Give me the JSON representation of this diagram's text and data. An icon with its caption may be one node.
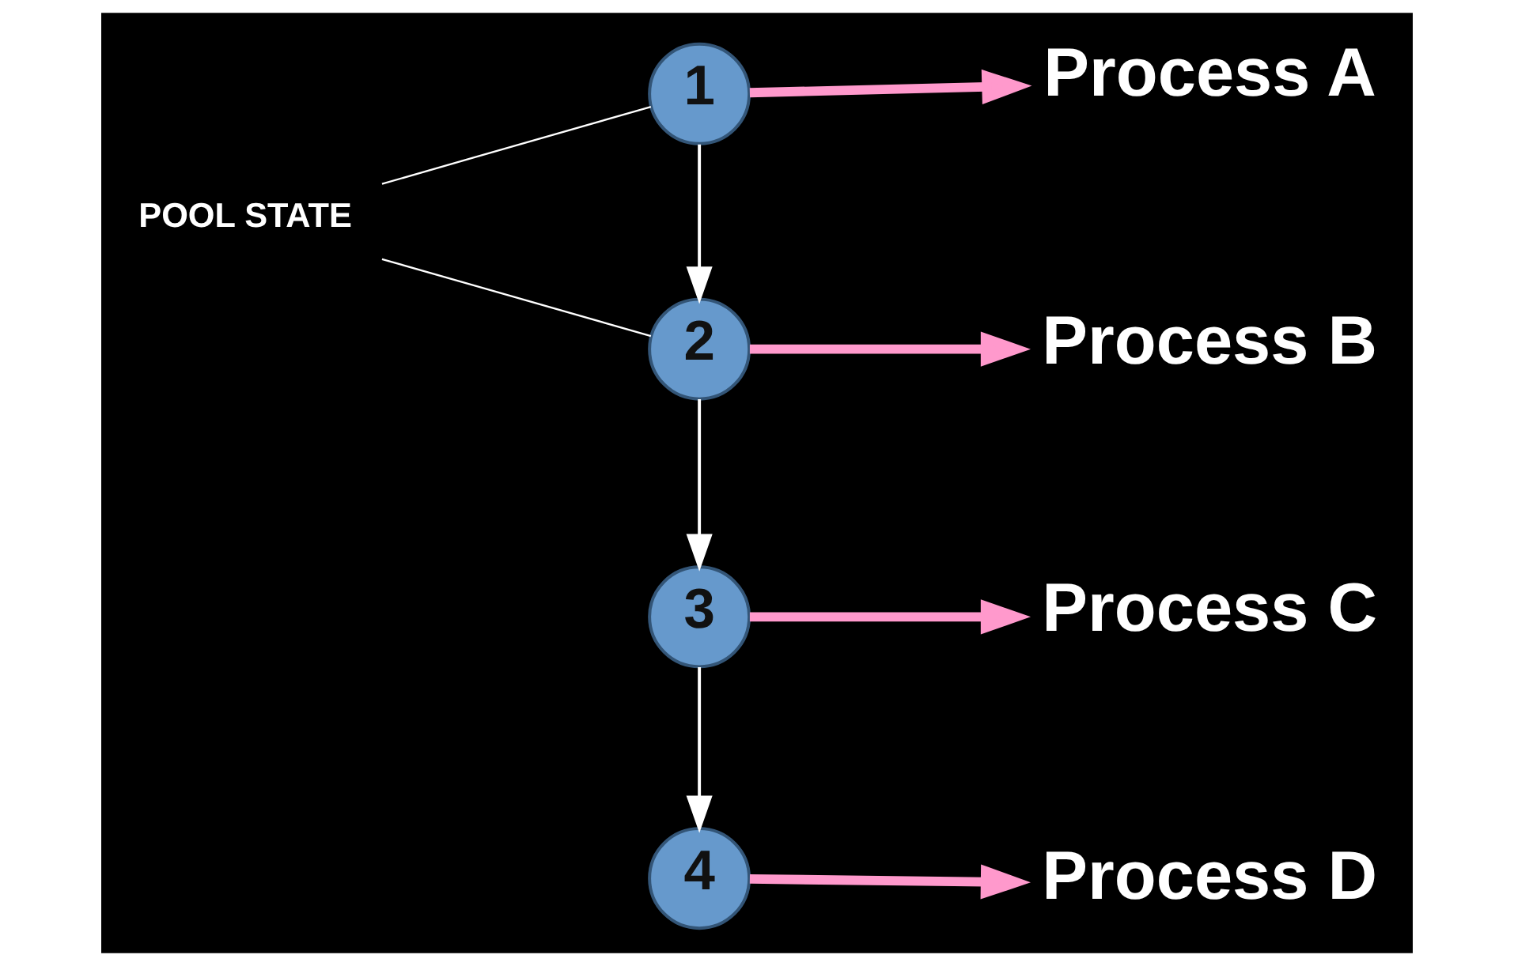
{
  "diagram": {
    "nodes": [
      {
        "text": [
          "POOL STATE"
        ]
      },
      {
        "text": [
          "1"
        ]
      },
      {
        "text": [
          "2"
        ]
      },
      {
        "text": [
          "3"
        ]
      },
      {
        "text": [
          "4"
        ]
      },
      {
        "text": [
          "Process A"
        ]
      },
      {
        "text": [
          "Process B"
        ]
      },
      {
        "text": [
          "Process C"
        ]
      },
      {
        "text": [
          "Process D"
        ]
      }
    ],
    "edges": [
      {
        "from": 0,
        "to": 1,
        "arrow": "none"
      },
      {
        "from": 0,
        "to": 2,
        "arrow": "none"
      },
      {
        "from": 1,
        "to": 2,
        "arrow": "to"
      },
      {
        "from": 2,
        "to": 3,
        "arrow": "to"
      },
      {
        "from": 3,
        "to": 4,
        "arrow": "to"
      },
      {
        "from": 1,
        "to": 5,
        "arrow": "to",
        "style": "thick",
        "color": "#ff99cc"
      },
      {
        "from": 2,
        "to": 6,
        "arrow": "to",
        "style": "thick",
        "color": "#ff99cc"
      },
      {
        "from": 3,
        "to": 7,
        "arrow": "to",
        "style": "thick",
        "color": "#ff99cc"
      },
      {
        "from": 4,
        "to": 8,
        "arrow": "to",
        "style": "thick",
        "color": "#ff99cc"
      }
    ]
  }
}
